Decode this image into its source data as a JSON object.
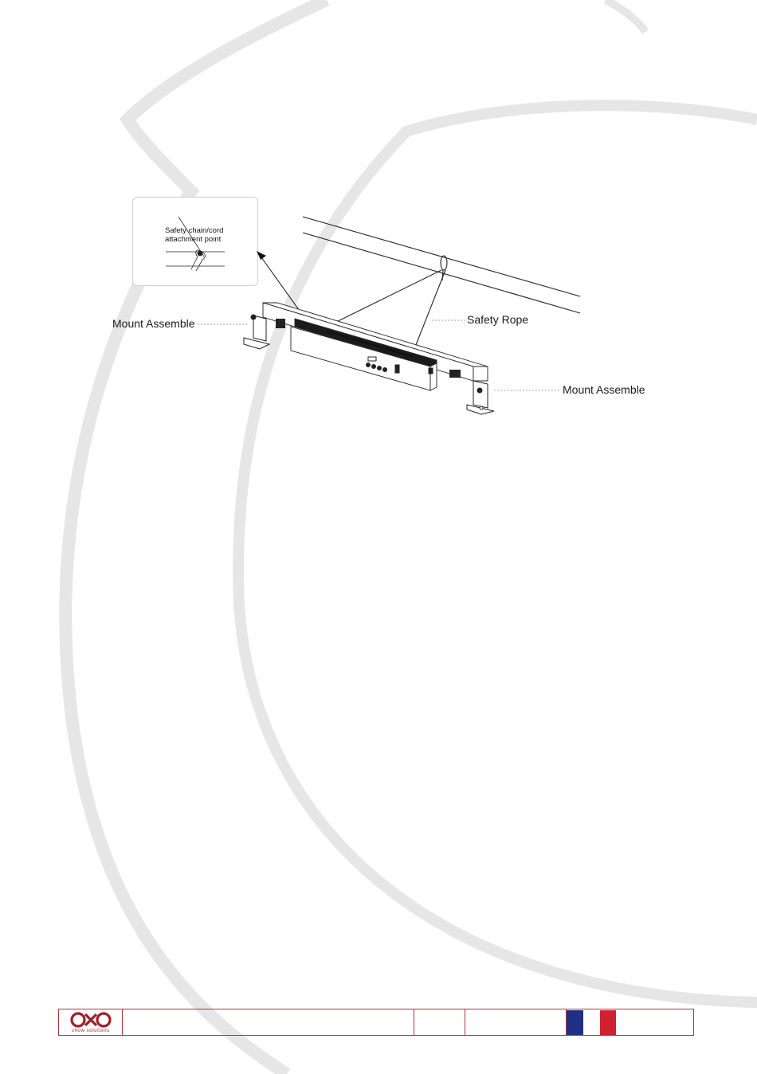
{
  "callout": {
    "line1": "Safety chain/cord",
    "line2": "attachment point"
  },
  "labels": {
    "mount_left": "Mount Assemble",
    "safety_rope": "Safety Rope",
    "mount_right": "Mount Assemble"
  },
  "footer": {
    "logo_text": "OXO",
    "logo_tagline": "show solutions",
    "flag_colors": {
      "blue": "#1f2f84",
      "white": "#ffffff",
      "red": "#cf2130"
    },
    "border_color": "#b3343a"
  },
  "background": {
    "swoosh_color": "#e6e6e6"
  }
}
